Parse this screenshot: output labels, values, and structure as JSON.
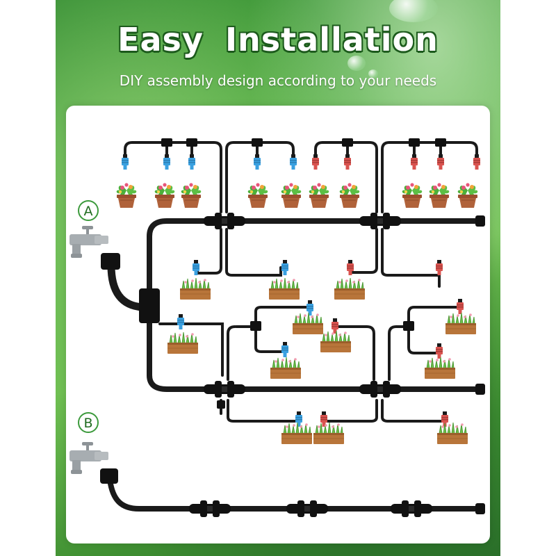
{
  "header": {
    "title": "Easy Installation",
    "subtitle": "DIY assembly design according to your needs"
  },
  "diagram": {
    "faucet_a_label": "A",
    "faucet_b_label": "B"
  },
  "colors": {
    "title_outline": "#1d5b1d",
    "tube": "#1a1a1a",
    "blue_nozzle": "#3aa0e0",
    "red_nozzle": "#d9534f",
    "planter_wood": "#b8753a",
    "flower_pot": "#b0623a",
    "marker_green": "#3c9a3c",
    "faucet_gray": "#9aa0a4"
  }
}
